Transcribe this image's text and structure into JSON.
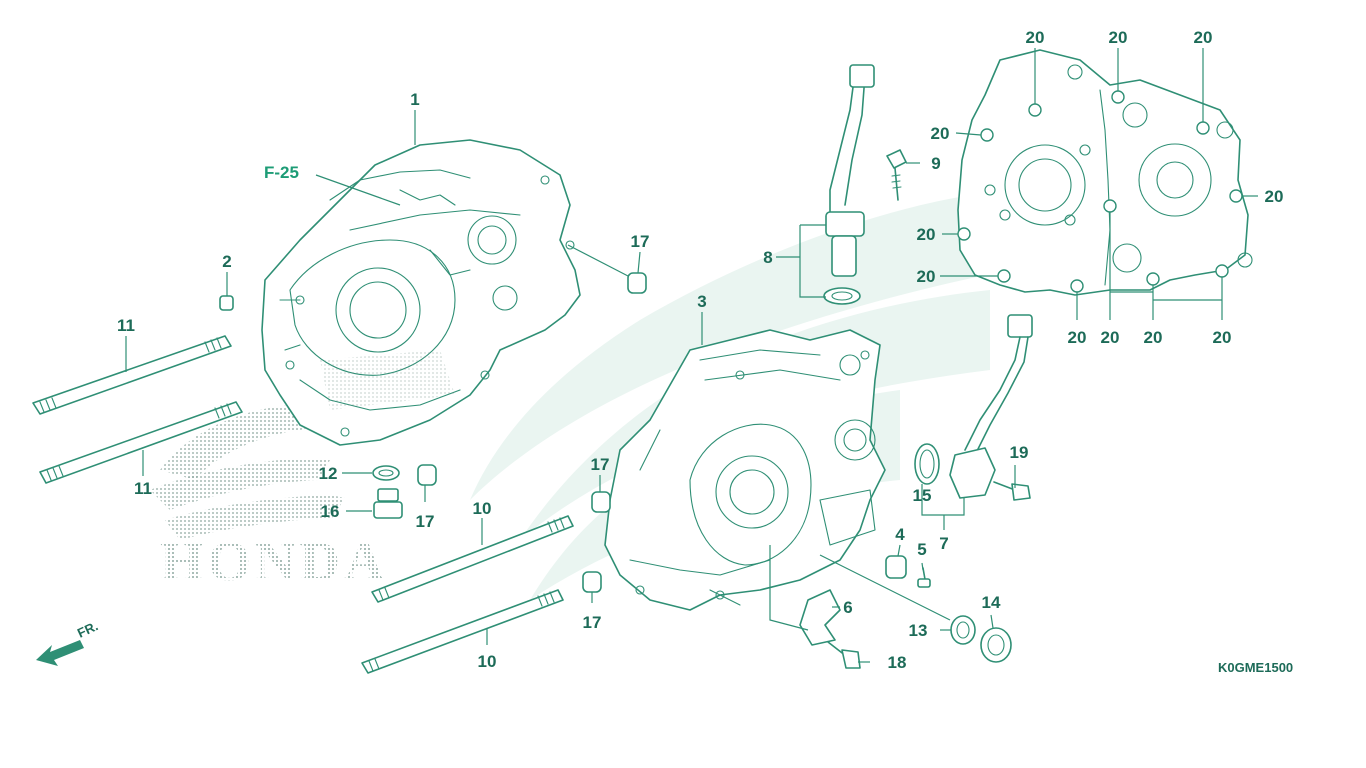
{
  "diagram": {
    "reference_label": "F-25",
    "diagram_code": "K0GME1500",
    "direction_label": "FR.",
    "watermark_text": "HONDA",
    "colors": {
      "line": "#2f8f75",
      "text": "#1d6b58",
      "watermark": "#e3f1ec"
    },
    "callouts": {
      "c1": "1",
      "c2": "2",
      "c3": "3",
      "c4": "4",
      "c5": "5",
      "c6": "6",
      "c7": "7",
      "c8": "8",
      "c9": "9",
      "c10a": "10",
      "c10b": "10",
      "c11a": "11",
      "c11b": "11",
      "c12": "12",
      "c13": "13",
      "c14": "14",
      "c15": "15",
      "c16": "16",
      "c17a": "17",
      "c17b": "17",
      "c17c": "17",
      "c17d": "17",
      "c18": "18",
      "c19": "19",
      "c20a": "20",
      "c20b": "20",
      "c20c": "20",
      "c20d": "20",
      "c20e": "20",
      "c20f": "20",
      "c20g": "20",
      "c20h": "20",
      "c20i": "20",
      "c20j": "20",
      "c20k": "20"
    }
  }
}
